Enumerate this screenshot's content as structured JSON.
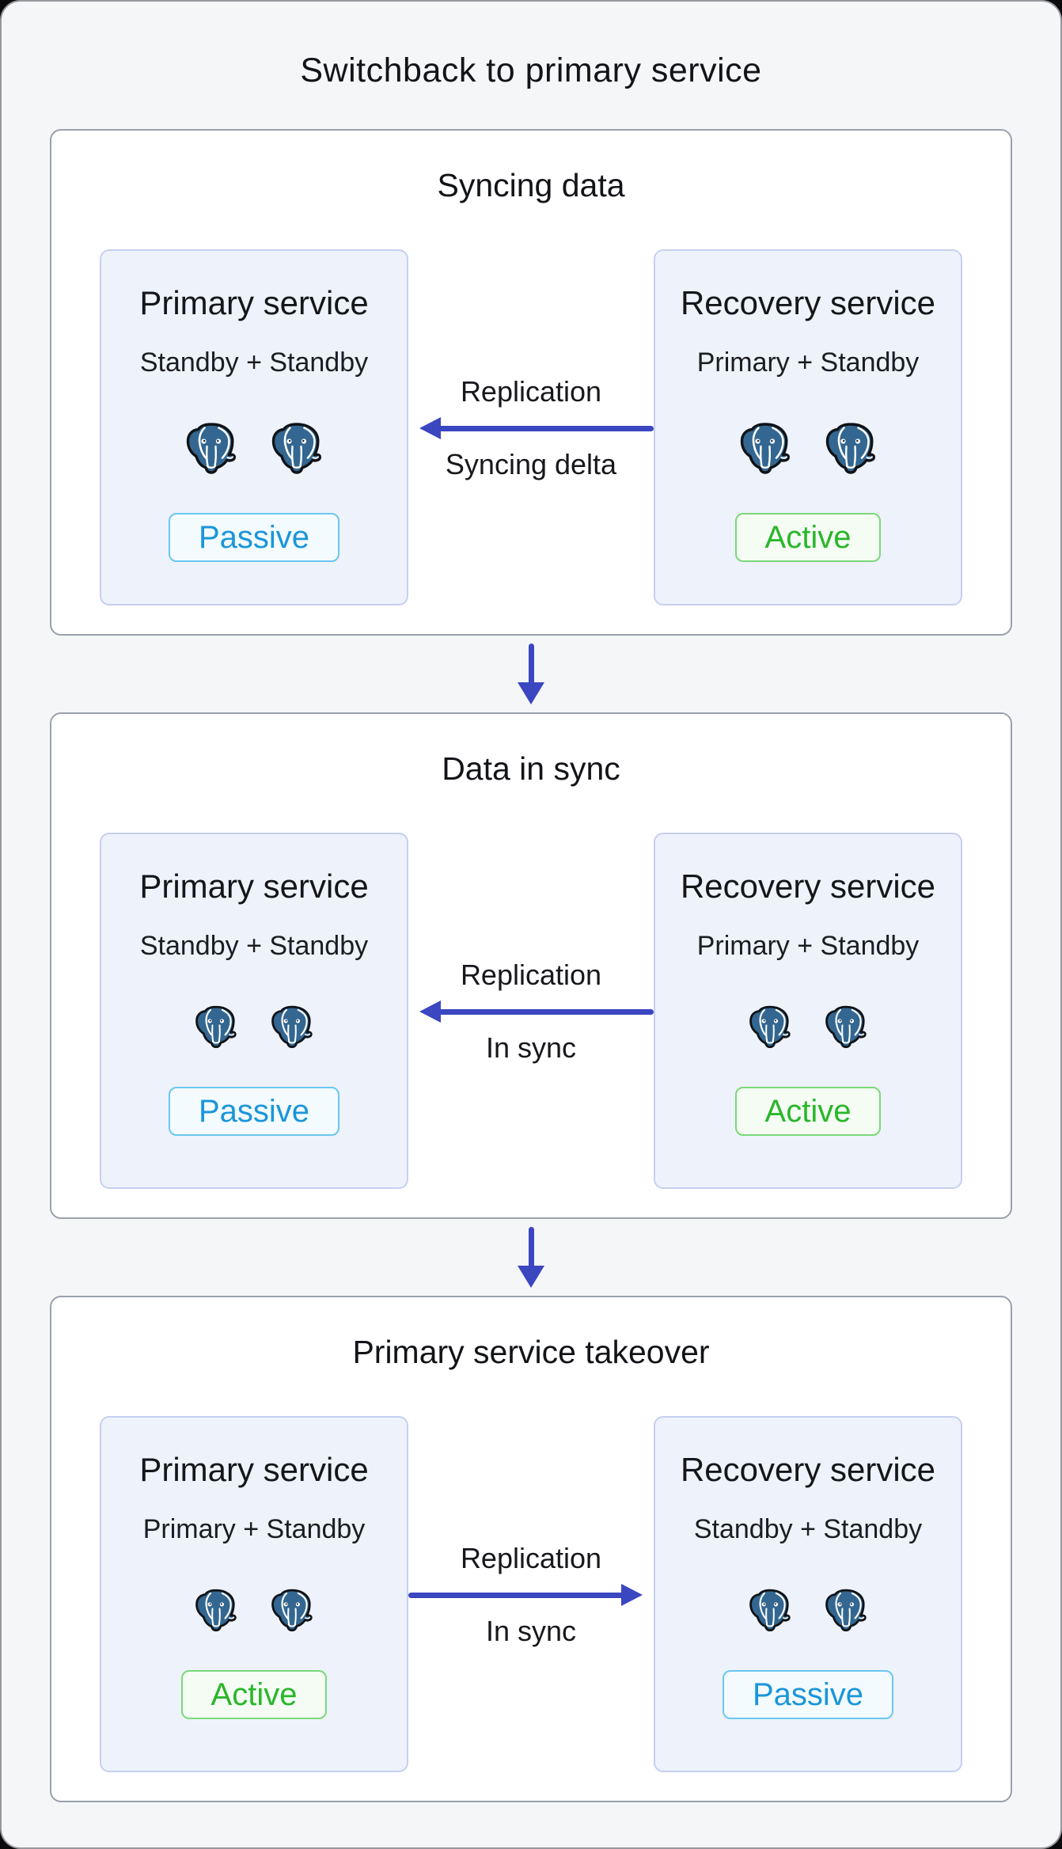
{
  "page": {
    "title": "Switchback to primary service"
  },
  "colors": {
    "accent-arrow": "#3b46c1",
    "postgres-blue": "#336791",
    "active-text": "#2ab62a",
    "active-border": "#79d979",
    "active-bg": "#f4fcf4",
    "passive-text": "#1b95d9",
    "passive-border": "#6cc6ef",
    "passive-bg": "#f3fbff"
  },
  "icons": {
    "postgres": "postgresql-elephant-icon"
  },
  "sections": [
    {
      "title": "Syncing data",
      "left_card": {
        "title": "Primary service",
        "subtitle": "Standby + Standby",
        "badge": "Passive",
        "badge_type": "passive"
      },
      "connector": {
        "top_label": "Replication",
        "bottom_label": "Syncing delta",
        "direction": "left"
      },
      "right_card": {
        "title": "Recovery service",
        "subtitle": "Primary + Standby",
        "badge": "Active",
        "badge_type": "active"
      }
    },
    {
      "title": "Data in sync",
      "left_card": {
        "title": "Primary service",
        "subtitle": "Standby + Standby",
        "badge": "Passive",
        "badge_type": "passive"
      },
      "connector": {
        "top_label": "Replication",
        "bottom_label": "In sync",
        "direction": "left"
      },
      "right_card": {
        "title": "Recovery service",
        "subtitle": "Primary + Standby",
        "badge": "Active",
        "badge_type": "active"
      }
    },
    {
      "title": "Primary service takeover",
      "left_card": {
        "title": "Primary service",
        "subtitle": "Primary + Standby",
        "badge": "Active",
        "badge_type": "active"
      },
      "connector": {
        "top_label": "Replication",
        "bottom_label": "In sync",
        "direction": "right"
      },
      "right_card": {
        "title": "Recovery service",
        "subtitle": "Standby + Standby",
        "badge": "Passive",
        "badge_type": "passive"
      }
    }
  ]
}
